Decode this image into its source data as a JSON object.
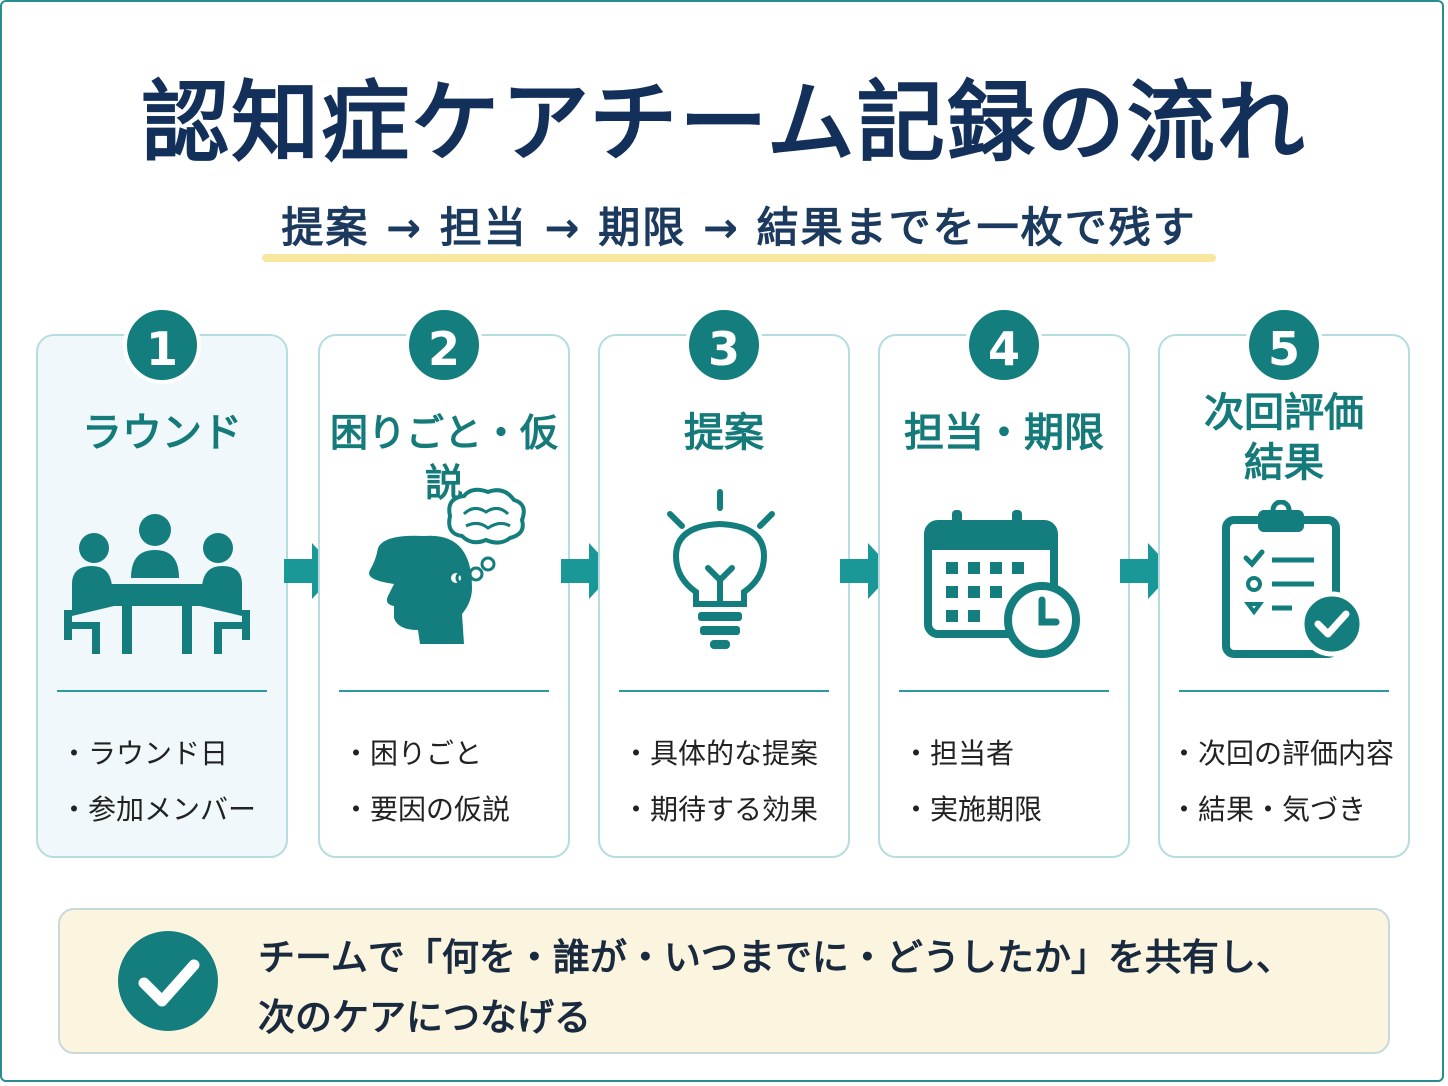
{
  "title": "認知症ケアチーム記録の流れ",
  "subtitle": "提案 → 担当 → 期限 → 結果までを一枚で残す",
  "steps": [
    {
      "number": "1",
      "title": "ラウンド",
      "icon": "meeting-people-icon",
      "bullets": [
        "・ラウンド日",
        "・参加メンバー"
      ]
    },
    {
      "number": "2",
      "title": "困りごと・仮説",
      "icon": "head-thought-icon",
      "bullets": [
        "・困りごと",
        "・要因の仮説"
      ]
    },
    {
      "number": "3",
      "title": "提案",
      "icon": "lightbulb-icon",
      "bullets": [
        "・具体的な提案",
        "・期待する効果"
      ]
    },
    {
      "number": "4",
      "title": "担当・期限",
      "icon": "calendar-clock-icon",
      "bullets": [
        "・担当者",
        "・実施期限"
      ]
    },
    {
      "number": "5",
      "title_lines": [
        "次回評価",
        "結果"
      ],
      "icon": "clipboard-check-icon",
      "bullets": [
        "・次回の評価内容",
        "・結果・気づき"
      ]
    }
  ],
  "summary": {
    "line1": "チームで「何を・誰が・いつまでに・どうしたか」を共有し、",
    "line2": "次のケアにつなげる"
  },
  "colors": {
    "teal": "#147d7d",
    "navy": "#13305a",
    "highlight": "#f9e79f",
    "summary_bg": "#fbf5e0"
  }
}
